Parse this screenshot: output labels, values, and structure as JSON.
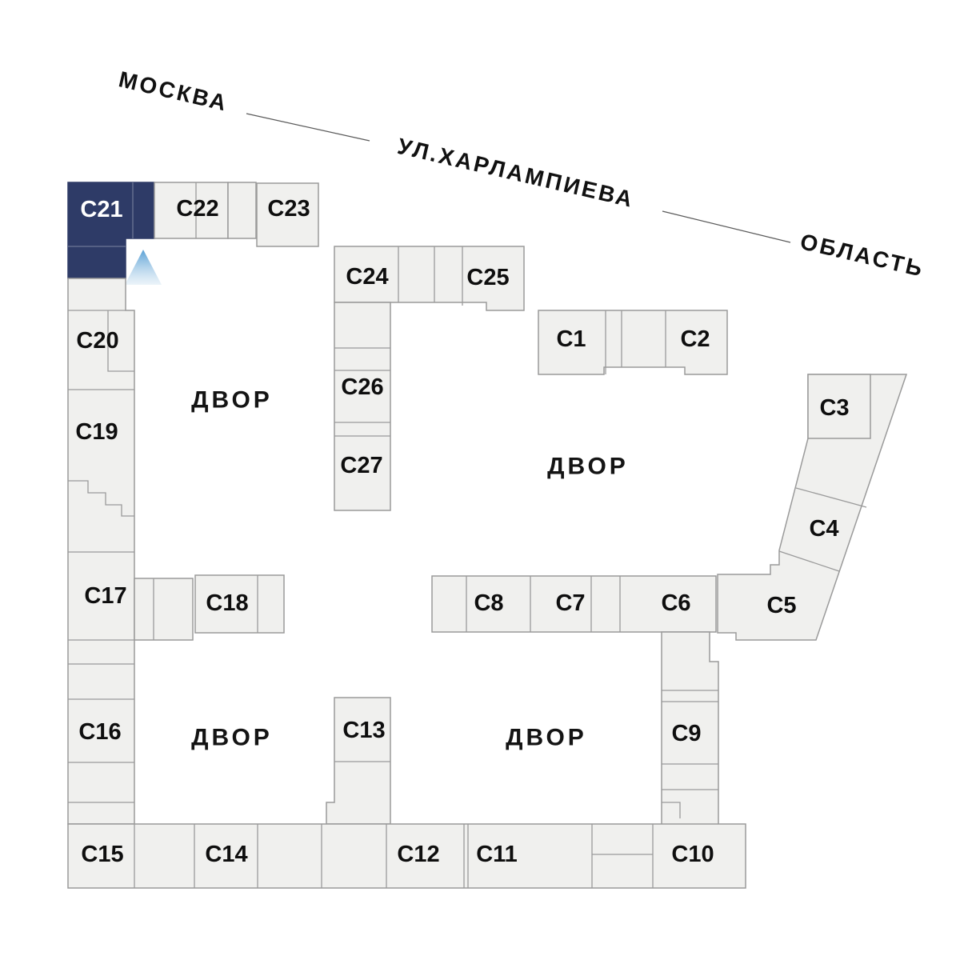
{
  "streets": {
    "city_label": "МОСКВА",
    "street_name": "УЛ.ХАРЛАМПИЕВА",
    "region_label": "ОБЛАСТЬ"
  },
  "courtyards": [
    "ДВОР",
    "ДВОР",
    "ДВОР",
    "ДВОР"
  ],
  "selected_building": "С21",
  "buildings": {
    "c1": "С1",
    "c2": "С2",
    "c3": "С3",
    "c4": "С4",
    "c5": "С5",
    "c6": "С6",
    "c7": "С7",
    "c8": "С8",
    "c9": "С9",
    "c10": "С10",
    "c11": "С11",
    "c12": "С12",
    "c13": "С13",
    "c14": "С14",
    "c15": "С15",
    "c16": "С16",
    "c17": "С17",
    "c18": "С18",
    "c19": "С19",
    "c20": "С20",
    "c21": "С21",
    "c22": "С22",
    "c23": "С23",
    "c24": "С24",
    "c25": "С25",
    "c26": "С26",
    "c27": "С27"
  },
  "colors": {
    "building_fill": "#f0f0ee",
    "building_border": "#9a9a9a",
    "selected_fill": "#2e3b67",
    "selected_text": "#ffffff",
    "marker_blue": "#4f9bd3"
  }
}
